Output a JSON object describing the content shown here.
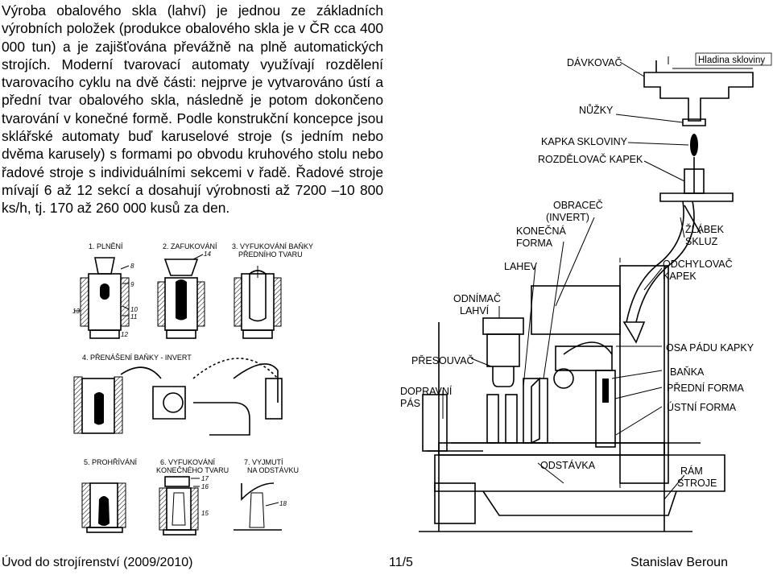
{
  "intro_text": "Výroba obalového skla (lahví) je jednou ze základních výrobních položek (produkce obalového skla je v ČR cca 400 000 tun) a je zajišťována převážně na plně automatických strojích. Moderní tvarovací automaty využívají rozdělení tvarovacího cyklu na dvě části: nejprve je vytvarováno ústí a přední tvar obalového skla, následně je potom dokončeno tvarování v konečné formě. Podle konstrukční koncepce jsou sklářské automaty buď karuselové stroje (s jedním nebo dvěma karusely) s formami po obvodu kruhového stolu nebo řadové stroje s individuálními sekcemi v řadě. Řadové stroje mívají 6 až 12 sekcí a dosahují výrobnosti až 7200 –10 800 ks/h, tj. 170 až 260 000 kusů za den.",
  "process_diagram": {
    "steps": [
      "1. PLNĚNÍ",
      "2. ZAFUKOVÁNÍ",
      "3. VYFUKOVÁNÍ BAŇKY",
      "PŘEDNÍHO TVARU",
      "4. PŘENÁŠENÍ BAŇKY - INVERT",
      "5. PROHŘÍVÁNÍ",
      "6. VYFUKOVÁNÍ",
      "KONEČNÉHO TVARU",
      "7. VYJMUTÍ",
      "NA ODSTÁVKU"
    ],
    "part_numbers": [
      "8",
      "9",
      "10",
      "11",
      "12",
      "13",
      "14",
      "15",
      "16",
      "17",
      "18"
    ]
  },
  "machine_diagram": {
    "labels": [
      "DÁVKOVAČ",
      "Hladina skloviny",
      "NŮŽKY",
      "KAPKA SKLOVINY",
      "ROZDĚLOVAČ KAPEK",
      "OBRACEČ",
      "(INVERT)",
      "KONEČNÁ",
      "FORMA",
      "ŽLÁBEK",
      "SKLUZ",
      "LAHEV",
      "ODCHYLOVAČ",
      "KAPEK",
      "ODNÍMAČ",
      "LAHVÍ",
      "OSA PÁDU KAPKY",
      "PŘESOUVAČ",
      "BAŇKA",
      "PŘEDNÍ FORMA",
      "DOPRAVNÍ",
      "PÁS",
      "ÚSTNÍ FORMA",
      "ODSTÁVKA",
      "RÁM",
      "STROJE"
    ]
  },
  "footer": {
    "left": "Úvod do strojírenství (2009/2010)",
    "page": "11/5",
    "author": "Stanislav Beroun"
  }
}
